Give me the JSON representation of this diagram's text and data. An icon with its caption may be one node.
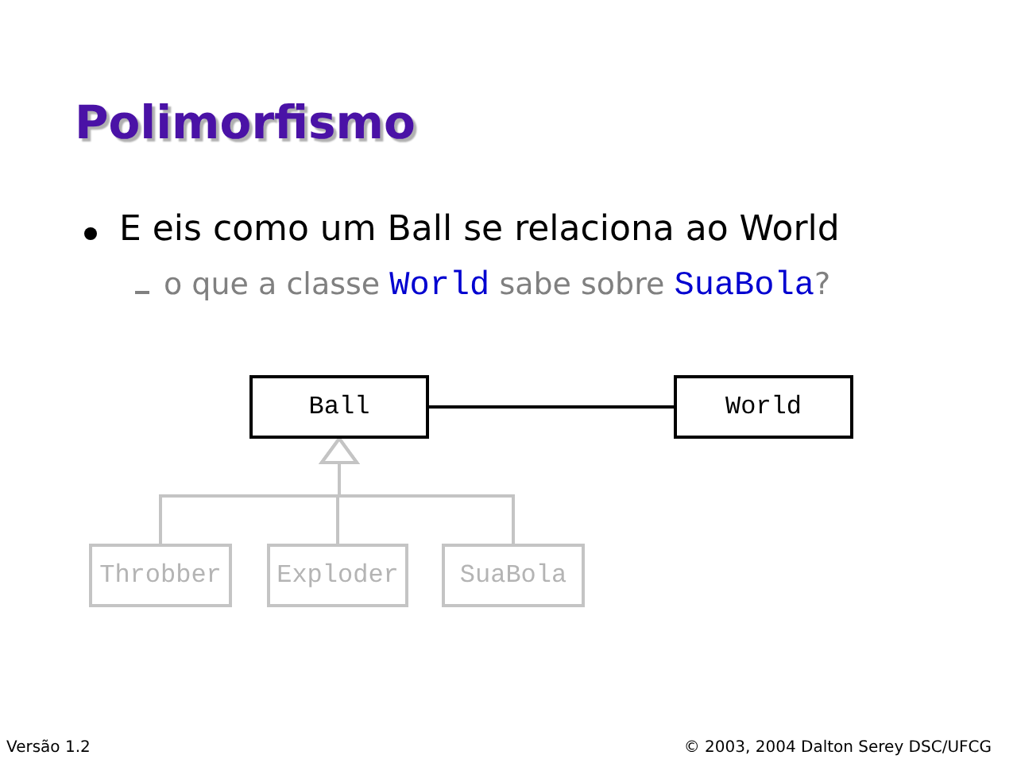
{
  "diagram": {
    "title": "Polimorfismo",
    "nodes": [
      {
        "text": [
          "Ball"
        ]
      },
      {
        "text": [
          "World"
        ]
      },
      {
        "text": [
          "Throbber"
        ]
      },
      {
        "text": [
          "Exploder"
        ]
      },
      {
        "text": [
          "SuaBola"
        ]
      }
    ],
    "edges": [
      {
        "from": 0,
        "to": 1,
        "arrow": "none",
        "color": "#000000"
      },
      {
        "from": 2,
        "to": 0,
        "arrow": "to",
        "color": "#c4c4c4"
      },
      {
        "from": 3,
        "to": 0,
        "arrow": "to",
        "color": "#c4c4c4"
      },
      {
        "from": 4,
        "to": 0,
        "arrow": "to",
        "color": "#c4c4c4"
      }
    ],
    "labels": [
      "E eis como um Ball se relaciona ao World",
      "o que a classe World sabe sobre SuaBola?",
      "Versão 1.2",
      "© 2003, 2004 Dalton Serey DSC/UFCG"
    ]
  }
}
